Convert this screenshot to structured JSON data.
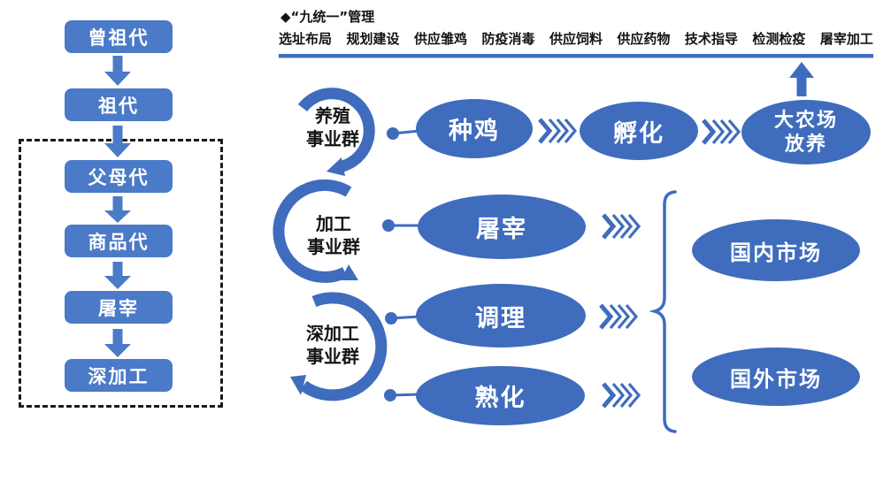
{
  "colors": {
    "shape_blue": "#3f6cbd",
    "box_blue": "#4a7ac8",
    "label_black": "#141414",
    "background": "#ffffff"
  },
  "pedigree_flow": {
    "boxes": [
      "曾祖代",
      "祖代",
      "父母代",
      "商品代",
      "屠宰",
      "深加工"
    ]
  },
  "management": {
    "title": "◆“九统一”管理",
    "items": [
      "选址布局",
      "规划建设",
      "供应雏鸡",
      "防疫消毒",
      "供应饲料",
      "供应药物",
      "技术指导",
      "检测检疫",
      "屠宰加工"
    ]
  },
  "business_groups": [
    {
      "line1": "养殖",
      "line2": "事业群"
    },
    {
      "line1": "加工",
      "line2": "事业群"
    },
    {
      "line1": "深加工",
      "line2": "事业群"
    }
  ],
  "process_nodes": {
    "breeder_chicken": "种鸡",
    "hatching": "孵化",
    "big_farm_line1": "大农场",
    "big_farm_line2": "放养",
    "slaughter": "屠宰",
    "conditioning": "调理",
    "curing": "熟化"
  },
  "markets": {
    "domestic": "国内市场",
    "foreign": "国外市场"
  }
}
